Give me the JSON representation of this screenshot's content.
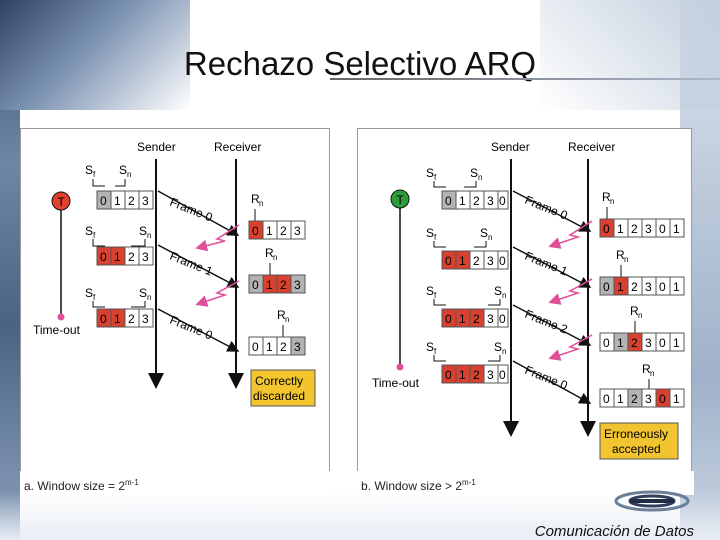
{
  "title": "Rechazo Selectivo ARQ",
  "footer": "Comunicación de Datos",
  "labels": {
    "sender": "Sender",
    "receiver": "Receiver",
    "sf": "S",
    "sf_sub": "f",
    "sn": "S",
    "sn_sub": "n",
    "rn": "R",
    "rn_sub": "n",
    "timer": "T",
    "timeout": "Time-out"
  },
  "panel_a": {
    "caption_prefix": "a. Window size = 2",
    "caption_exp": "m-1",
    "frames": [
      "Frame 0",
      "Frame 1",
      "Frame 0"
    ],
    "sender_window": [
      "0",
      "1",
      "2",
      "3"
    ],
    "receiver_window": [
      "0",
      "1",
      "2",
      "3"
    ],
    "note": [
      "Correctly",
      "discarded"
    ]
  },
  "panel_b": {
    "caption_prefix": "b. Window size > 2",
    "caption_exp": "m-1",
    "frames": [
      "Frame 0",
      "Frame 1",
      "Frame 2",
      "Frame 0"
    ],
    "sender_window": [
      "0",
      "1",
      "2",
      "3",
      "0"
    ],
    "receiver_window": [
      "0",
      "1",
      "2",
      "3",
      "0",
      "1"
    ],
    "note": [
      "Erroneously",
      "accepted"
    ]
  },
  "colors": {
    "red_cell": "#d8412f",
    "grey_cell": "#b3b3b3",
    "note_bg": "#f2c430",
    "timer_red": "#e2402e",
    "timer_green": "#2f9c3b",
    "arrow_pink": "#e0509a"
  }
}
